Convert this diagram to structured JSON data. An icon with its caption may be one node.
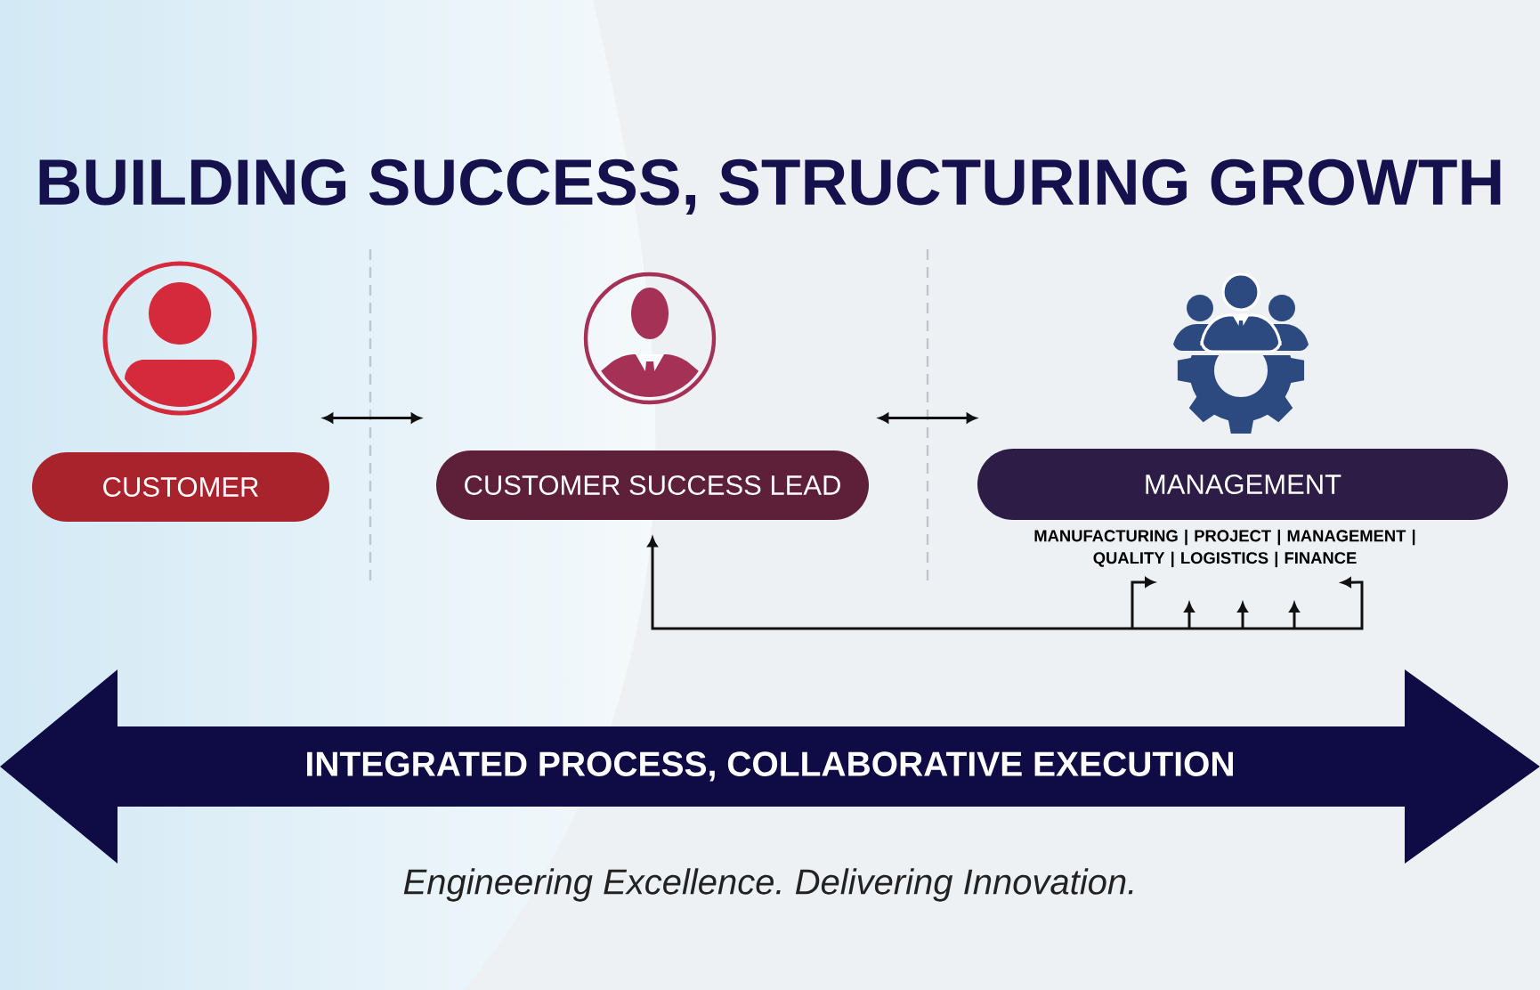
{
  "diagram": {
    "title": "BUILDING SUCCESS, STRUCTURING GROWTH",
    "caption": "Engineering Excellence. Delivering Innovation.",
    "nodes": [
      {
        "text": [
          "CUSTOMER"
        ]
      },
      {
        "text": [
          "CUSTOMER SUCCESS LEAD"
        ]
      },
      {
        "text": [
          "MANAGEMENT"
        ]
      },
      {
        "text": [
          "MANUFACTURING | PROJECT | MANAGEMENT | QUALITY | LOGISTICS | FINANCE"
        ]
      },
      {
        "text": [
          "INTEGRATED PROCESS, COLLABORATIVE EXECUTION"
        ]
      }
    ],
    "edges": [
      {
        "from": 0,
        "to": 1,
        "arrow": "both"
      },
      {
        "from": 1,
        "to": 2,
        "arrow": "both"
      },
      {
        "from": 1,
        "to": 3,
        "arrow": "both"
      }
    ]
  }
}
